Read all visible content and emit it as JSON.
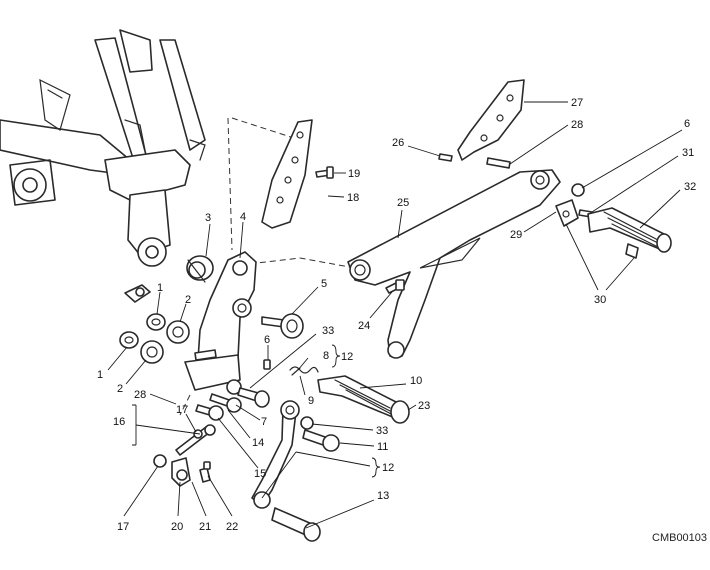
{
  "drawing_code": "CMB00103",
  "callouts": {
    "c1a": "1",
    "c1b": "1",
    "c2a": "2",
    "c2b": "2",
    "c3": "3",
    "c4": "4",
    "c5": "5",
    "c6a": "6",
    "c6b": "6",
    "c7": "7",
    "c8": "8",
    "c9": "9",
    "c10": "10",
    "c11": "11",
    "c12a": "12",
    "c12b": "12",
    "c13": "13",
    "c14": "14",
    "c15": "15",
    "c16": "16",
    "c17a": "17",
    "c17b": "17",
    "c18": "18",
    "c19": "19",
    "c20": "20",
    "c21": "21",
    "c22": "22",
    "c23": "23",
    "c24": "24",
    "c25": "25",
    "c26": "26",
    "c27": "27",
    "c28a": "28",
    "c28b": "28",
    "c29": "29",
    "c30": "30",
    "c31": "31",
    "c32": "32",
    "c33a": "33",
    "c33b": "33"
  }
}
